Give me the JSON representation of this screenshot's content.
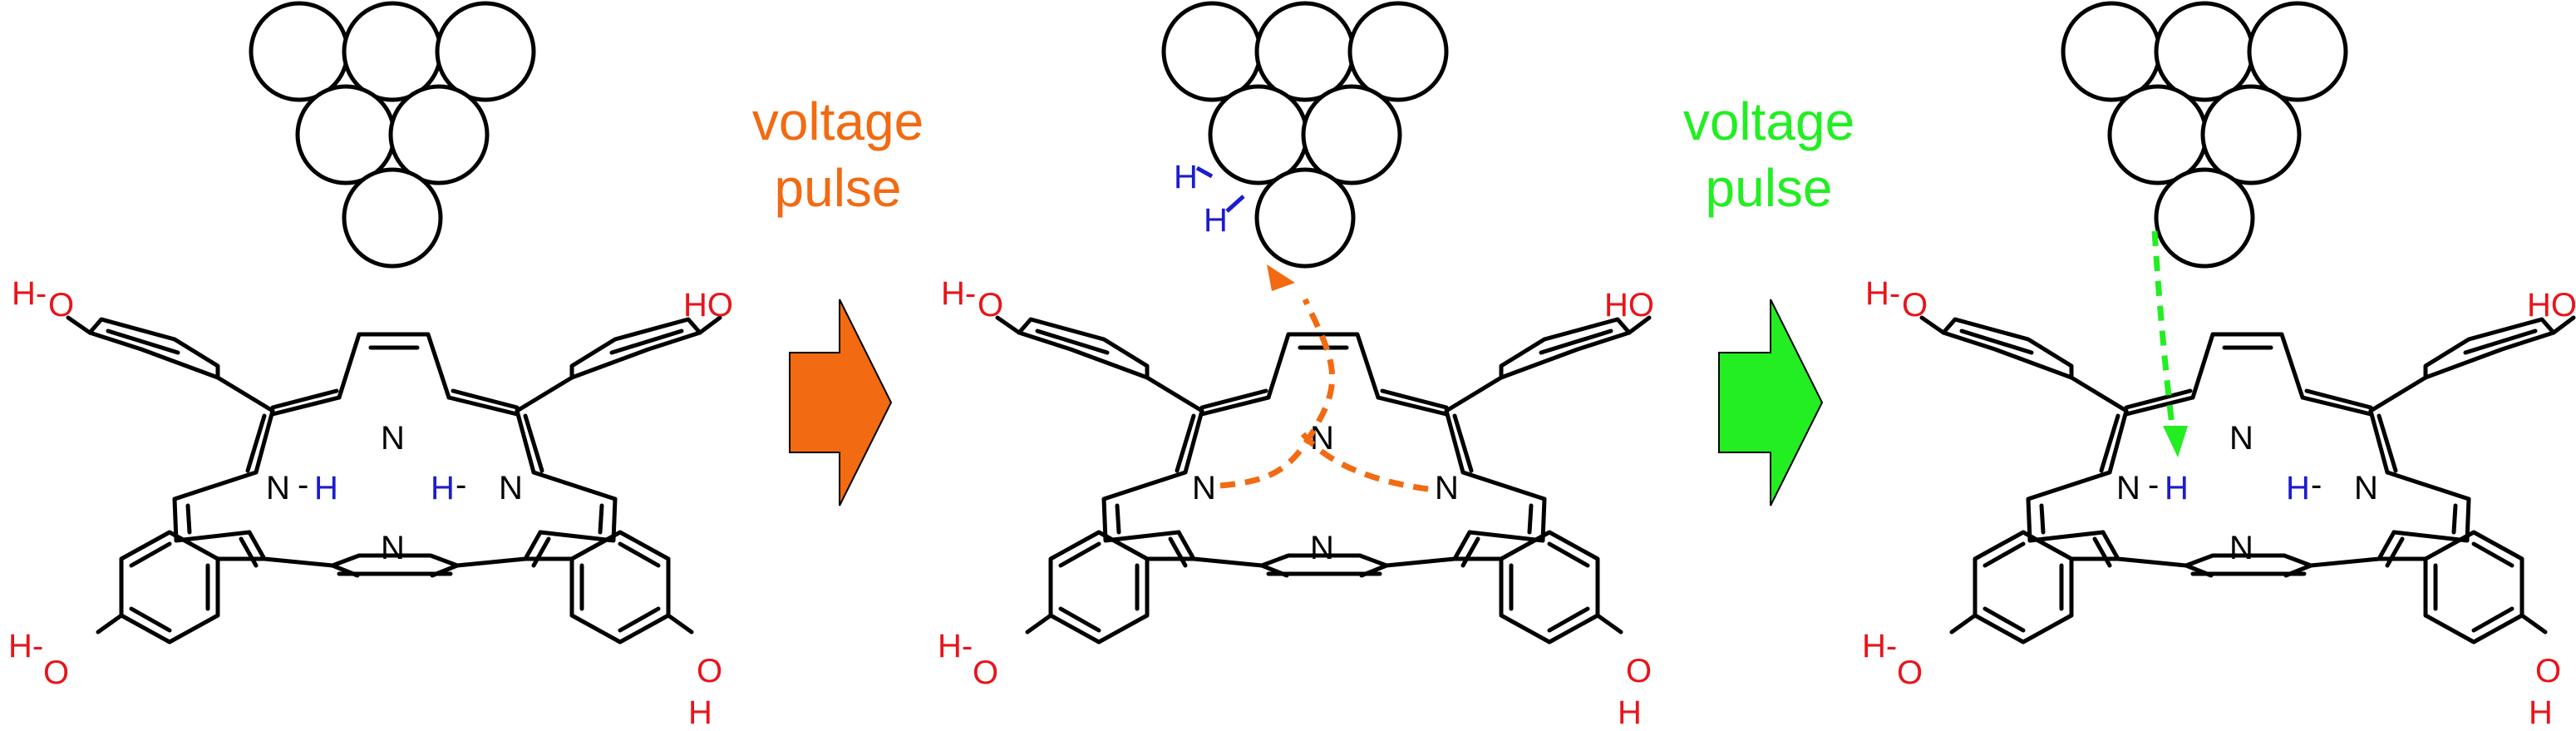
{
  "colors": {
    "bond": "#000000",
    "oxygen": "#e8141b",
    "hydrogen": "#1c1ccc",
    "pulse1": "#f26a12",
    "pulse2": "#22ee22"
  },
  "atoms": {
    "N": "N",
    "H": "H",
    "O": "O",
    "HO": "HO",
    "H_dash": "H-",
    "H_dash_right": "-H"
  },
  "steps": [
    {
      "pulse_label": [
        "voltage",
        "pulse"
      ],
      "pulse_color": "#f26a12"
    },
    {
      "pulse_label": [
        "voltage",
        "pulse"
      ],
      "pulse_color": "#22ee22"
    }
  ]
}
